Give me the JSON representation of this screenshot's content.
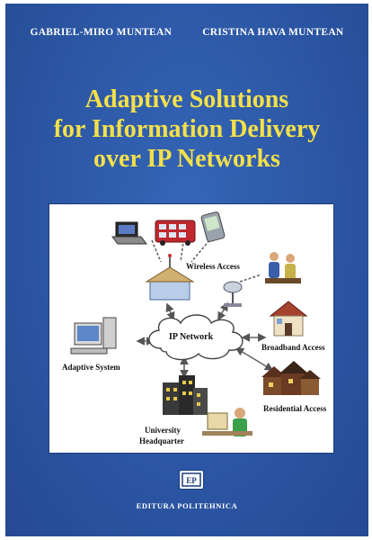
{
  "authors": [
    "GABRIEL-MIRO MUNTEAN",
    "CRISTINA HAVA MUNTEAN"
  ],
  "title_lines": [
    "Adaptive Solutions",
    "for Information Delivery",
    "over IP Networks"
  ],
  "diagram": {
    "center": "IP Network",
    "labels": {
      "wireless": "Wireless Access",
      "broadband": "Broadband Access",
      "residential": "Residential Access",
      "adaptive": "Adaptive System",
      "university_line1": "University",
      "university_line2": "Headquarter"
    },
    "icons": [
      "laptop-icon",
      "bus-icon",
      "pda-icon",
      "people-icon",
      "tower-icon",
      "antenna-icon",
      "computer-icon",
      "house-icon",
      "houses-icon",
      "building-icon",
      "user-at-desk-icon"
    ]
  },
  "publisher": "EDITURA POLITEHNICA",
  "colors": {
    "background": "#2e5aa8",
    "title": "#f4e04a",
    "text": "#ffffff"
  }
}
